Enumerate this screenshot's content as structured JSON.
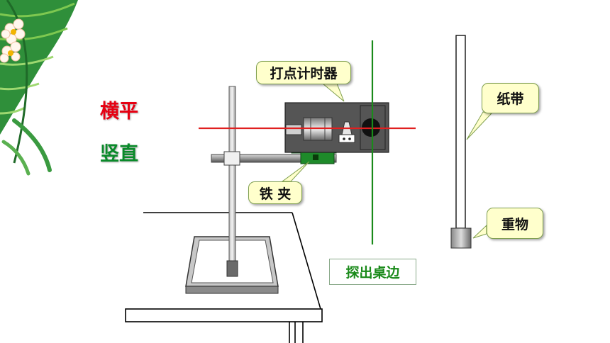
{
  "labels": {
    "timer": "打点计时器",
    "tape": "纸带",
    "clamp": "铁 夹",
    "weight": "重物",
    "horizontal": "横平",
    "vertical": "竖直",
    "edge": "探出桌边"
  },
  "colors": {
    "horizontal": "#e60012",
    "vertical": "#0a8a2a",
    "edge": "#1a8a1a",
    "callout_fill": "#ffffcc",
    "redline": "#e02020",
    "greenline": "#1a8a1a"
  },
  "icons": {
    "decoration": "palm-leaf-flower-icon"
  }
}
